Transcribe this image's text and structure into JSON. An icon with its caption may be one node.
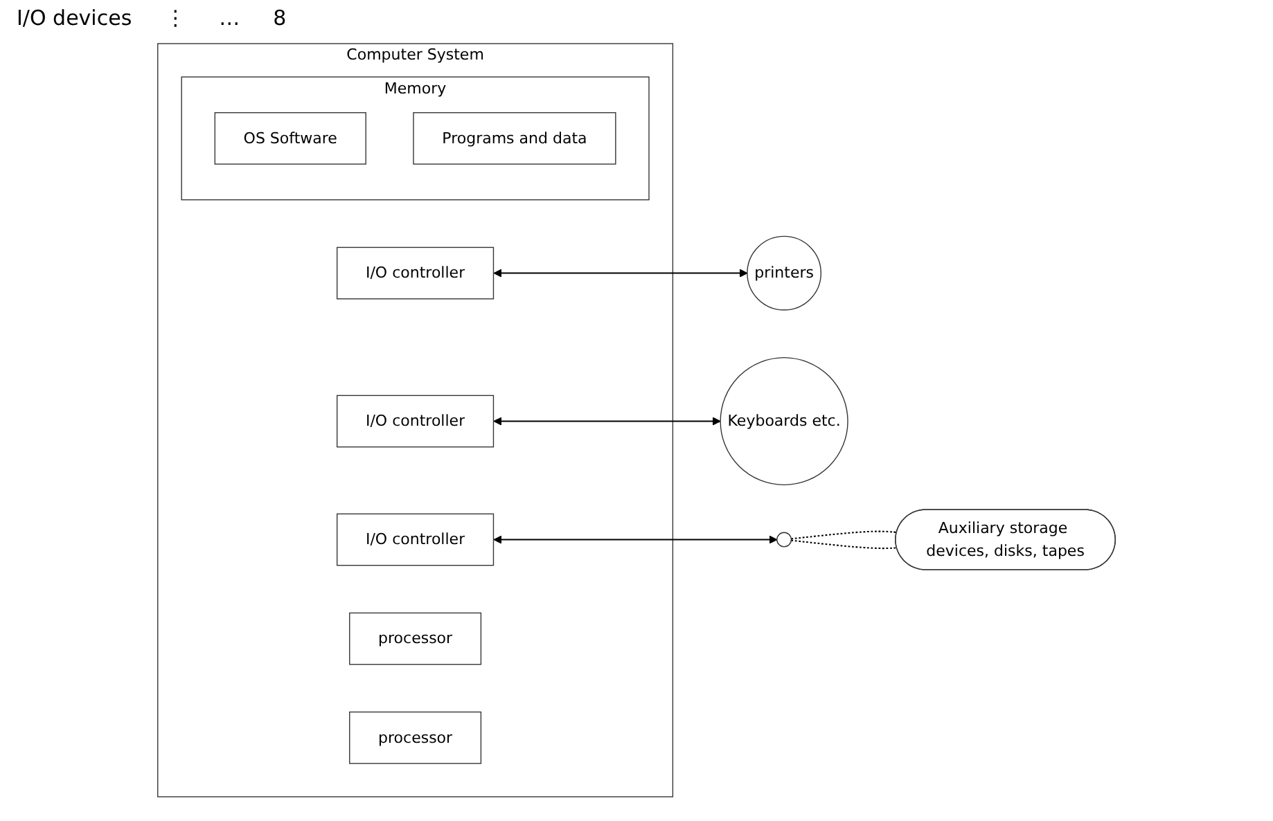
{
  "diagram": {
    "nodes": [
      {
        "text": [
          "Computer System"
        ]
      },
      {
        "text": [
          "Memory"
        ],
        "in": 0
      },
      {
        "text": [
          "OS Software"
        ],
        "in": 1
      },
      {
        "text": [
          "Programs and data"
        ],
        "in": 1
      },
      {
        "text": [
          "I/O controller"
        ],
        "in": 0
      },
      {
        "text": [
          "I/O controller"
        ],
        "in": 0
      },
      {
        "text": [
          "I/O controller"
        ],
        "in": 0
      },
      {
        "text": [
          "processor"
        ],
        "in": 0
      },
      {
        "text": [
          "processor"
        ],
        "in": 0
      },
      {
        "text": [
          "printers"
        ]
      },
      {
        "text": [
          "Keyboards etc."
        ]
      },
      {
        "text": [],
        "shape": "circle"
      },
      {
        "text": [
          "Auxiliary storage devices, disks, tapes"
        ]
      }
    ],
    "edges": [
      {
        "from": 4,
        "to": 9,
        "arrow": "both"
      },
      {
        "from": 5,
        "to": 10,
        "arrow": "both"
      },
      {
        "from": 6,
        "to": 11,
        "arrow": "both"
      },
      {
        "from": 11,
        "to": 12,
        "arrow": "none",
        "style": "dashed"
      },
      {
        "from": 11,
        "to": 12,
        "arrow": "none",
        "style": "dashed"
      }
    ],
    "labels": [
      "I/O devices",
      "⋮",
      "…",
      "8"
    ]
  }
}
